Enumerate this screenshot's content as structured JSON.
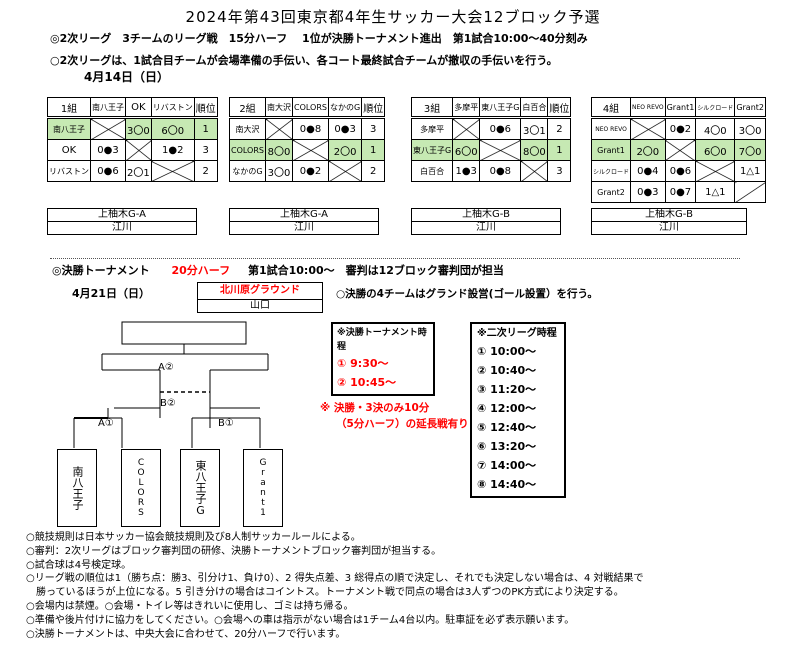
{
  "title": "2024年第43回東京都4年生サッカー大会12ブロック予選",
  "league": {
    "heading": "◎2次リーグ　3チームのリーグ戦　15分ハーフ　 1位が決勝トーナメント進出　第1試合10:00～40分刻み",
    "note": "○2次リーグは、1試合目チームが会場準備の手伝い、各コート最終試合チームが撤収の手伝いを行う。",
    "date": "4月14日（日）",
    "rank_label": "順位",
    "groups": [
      {
        "name": "1組",
        "teams": [
          "南八王子",
          "OK",
          "リバストン"
        ],
        "rows": [
          {
            "cells": [
              "",
              "3〇0",
              "6〇0"
            ],
            "rank": "1"
          },
          {
            "cells": [
              "0●3",
              "",
              "1●2"
            ],
            "rank": "3"
          },
          {
            "cells": [
              "0●6",
              "2〇1",
              ""
            ],
            "rank": "2"
          }
        ],
        "venue": "上柚木G-A",
        "referee": "江川"
      },
      {
        "name": "2組",
        "teams": [
          "南大沢",
          "COLORS",
          "なかのG"
        ],
        "rows": [
          {
            "cells": [
              "",
              "0●8",
              "0●3"
            ],
            "rank": "3"
          },
          {
            "cells": [
              "8〇0",
              "",
              "2〇0"
            ],
            "rank": "1"
          },
          {
            "cells": [
              "3〇0",
              "0●2",
              ""
            ],
            "rank": "2"
          }
        ],
        "venue": "上柚木G-A",
        "referee": "江川"
      },
      {
        "name": "3組",
        "teams": [
          "多摩平",
          "東八王子G",
          "白百合"
        ],
        "rows": [
          {
            "cells": [
              "",
              "0●6",
              "3〇1"
            ],
            "rank": "2"
          },
          {
            "cells": [
              "6〇0",
              "",
              "8〇0"
            ],
            "rank": "1"
          },
          {
            "cells": [
              "1●3",
              "0●8",
              ""
            ],
            "rank": "3"
          }
        ],
        "venue": "上柚木G-B",
        "referee": "江川"
      },
      {
        "name": "4組",
        "teams": [
          "NEO REVO",
          "Grant1",
          "シルクロード",
          "Grant2"
        ],
        "rows": [
          {
            "cells": [
              "",
              "0●2",
              "4〇0",
              "3〇0"
            ],
            "rank": ""
          },
          {
            "cells": [
              "2〇0",
              "",
              "6〇0",
              "7〇0"
            ],
            "rank": ""
          },
          {
            "cells": [
              "0●4",
              "0●6",
              "",
              "1△1"
            ],
            "rank": ""
          },
          {
            "cells": [
              "0●3",
              "0●7",
              "1△1",
              ""
            ],
            "rank": ""
          }
        ],
        "venue": "上柚木G-B",
        "referee": "江川"
      }
    ]
  },
  "final": {
    "heading_a": "◎決勝トーナメント",
    "heading_b": "20分ハーフ",
    "heading_c": "第1試合10:00～　審判は12ブロック審判団が担当",
    "date": "4月21日（日）",
    "venue": "北川原グラウンド",
    "referee": "山口",
    "venue_note": "○決勝の4チームはグランド設営(ゴール設置）を行う。",
    "match_a2": "A②",
    "match_b2": "B②",
    "match_a1": "A①",
    "match_b1": "B①",
    "teams": [
      "南八王子",
      "COLORS",
      "東八王子G",
      "Grant1"
    ],
    "overtime_line1": "※ 決勝・3決のみ10分",
    "overtime_line2": "（5分ハーフ）の延長戦有り",
    "final_schedule": {
      "title": "※決勝トーナメント時程",
      "items": [
        "① 9:30～",
        "② 10:45～"
      ]
    },
    "league_schedule": {
      "title": "※二次リーグ時程",
      "items": [
        "① 10:00～",
        "② 10:40～",
        "③ 11:20～",
        "④ 12:00～",
        "⑤ 12:40～",
        "⑥ 13:20～",
        "⑦ 14:00～",
        "⑧ 14:40～"
      ]
    }
  },
  "notes": [
    "○競技規則は日本サッカー協会競技規則及び8人制サッカールールによる。",
    "○審判：2次リーグはブロック審判団の研修、決勝トーナメントブロック審判団が担当する。",
    "○試合球は4号検定球。",
    "○リーグ戦の順位は1（勝ち点：勝3、引分け1、負け0）、2 得失点差、3 総得点の順で決定し、それでも決定しない場合は、4 対戦結果で",
    "　勝っているほうが上位になる。5 引き分けの場合はコイントス。トーナメント戦で同点の場合は3人ずつのPK方式により決定する。",
    "○会場内は禁煙。○会場・トイレ等はきれいに使用し、ゴミは持ち帰る。",
    "○準備や後片付けに協力をしてください。○会場への車は指示がない場合は1チーム4台以内。駐車証を必ず表示願います。",
    "○決勝トーナメントは、中央大会に合わせて、20分ハーフで行います。"
  ]
}
